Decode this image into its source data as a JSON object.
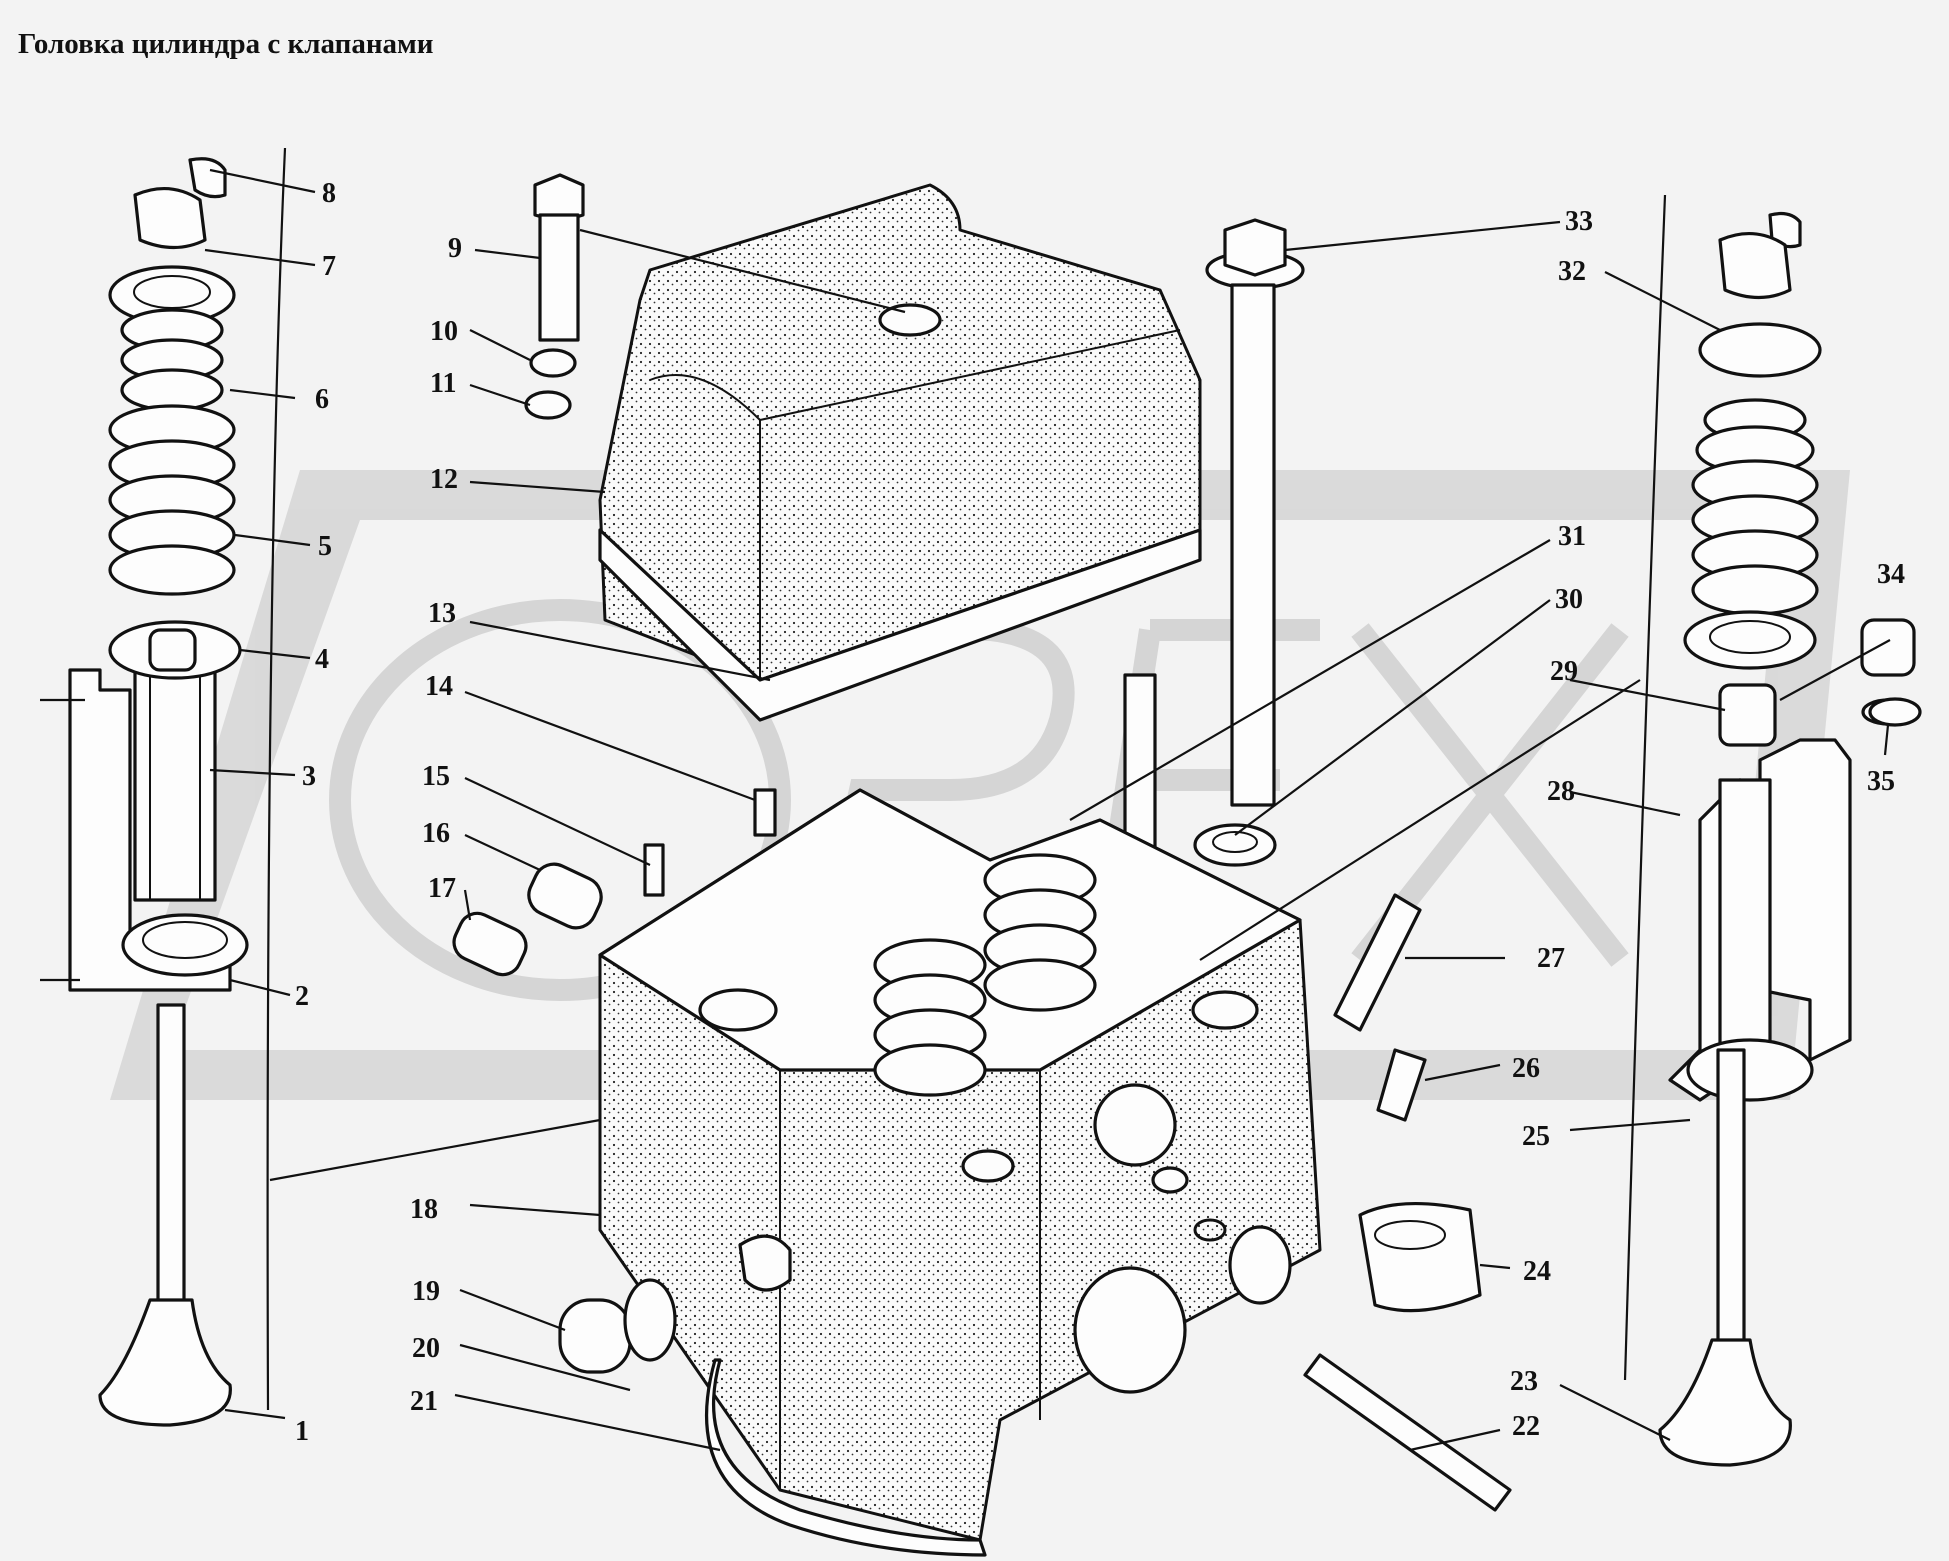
{
  "title": "Головка цилиндра с клапанами",
  "watermark": "OREX",
  "colors": {
    "background": "#f3f3f3",
    "ink": "#111111",
    "watermark": "#d7d7d7"
  },
  "callouts": [
    "1",
    "2",
    "3",
    "4",
    "5",
    "6",
    "7",
    "8",
    "9",
    "10",
    "11",
    "12",
    "13",
    "14",
    "15",
    "16",
    "17",
    "18",
    "19",
    "20",
    "21",
    "22",
    "23",
    "24",
    "25",
    "26",
    "27",
    "28",
    "29",
    "30",
    "31",
    "32",
    "33",
    "34",
    "35"
  ]
}
